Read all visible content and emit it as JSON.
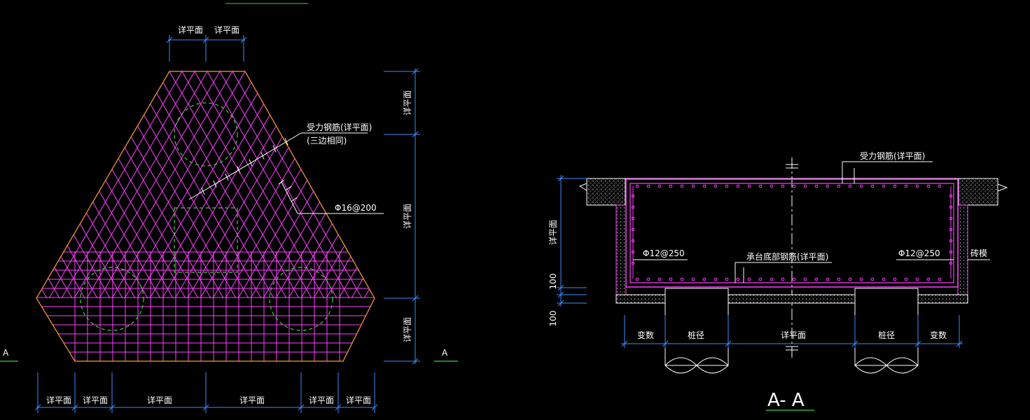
{
  "colors": {
    "background": "#000000",
    "rebar": "#ff40ff",
    "dimension": "#3a8cff",
    "pile_outline": "#3cd23c",
    "leader": "#ffffff",
    "cap_outline": "#ff9933",
    "underline": "#3cd23c"
  },
  "plan": {
    "section_mark_left": "A",
    "section_mark_right": "A",
    "top_dims": [
      "详平面",
      "详平面"
    ],
    "bottom_dims": [
      "详平面",
      "详平面",
      "详平面",
      "详平面",
      "详平面",
      "详平面"
    ],
    "right_dims": [
      "详平面",
      "详平面",
      "详平面"
    ],
    "note_main_rebar_line1": "受力钢筋(详平面)",
    "note_main_rebar_line2": "(三边相同)",
    "note_bar_spacing": "Φ16@200"
  },
  "section": {
    "title": "A- A",
    "note_main_rebar": "受力钢筋(详平面)",
    "note_side_bar_left": "Φ12@250",
    "note_side_bar_right": "Φ12@250",
    "note_bottom_rebar": "承台底部钢筋(详平面)",
    "note_brick_form": "砖模",
    "left_dim_upper": "详平面",
    "left_dim_100_a": "100",
    "left_dim_100_b": "100",
    "bottom_dims": [
      "变数",
      "桩径",
      "详平面",
      "桩径",
      "变数"
    ]
  }
}
